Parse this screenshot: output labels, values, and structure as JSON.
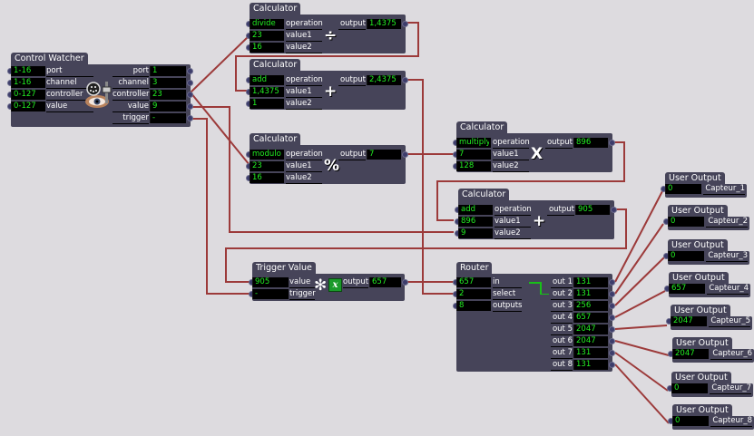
{
  "control_watcher": {
    "title": "Control Watcher",
    "inputs": [
      {
        "value": "1-16",
        "label": "port"
      },
      {
        "value": "1-16",
        "label": "channel"
      },
      {
        "value": "0-127",
        "label": "controller"
      },
      {
        "value": "0-127",
        "label": "value"
      }
    ],
    "outputs": [
      {
        "label": "port",
        "value": "1"
      },
      {
        "label": "channel",
        "value": "3"
      },
      {
        "label": "controller",
        "value": "23"
      },
      {
        "label": "value",
        "value": "9"
      },
      {
        "label": "trigger",
        "value": "-"
      }
    ],
    "icon": "midi-eye-icon"
  },
  "calculators": [
    {
      "title": "Calculator",
      "operation": "divide",
      "value1": "23",
      "value2": "16",
      "output": "1,4375",
      "symbol": "÷",
      "labels": {
        "operation": "operation",
        "value1": "value1",
        "value2": "value2",
        "output": "output"
      }
    },
    {
      "title": "Calculator",
      "operation": "add",
      "value1": "1,4375",
      "value2": "1",
      "output": "2,4375",
      "symbol": "+",
      "labels": {
        "operation": "operation",
        "value1": "value1",
        "value2": "value2",
        "output": "output"
      }
    },
    {
      "title": "Calculator",
      "operation": "modulo",
      "value1": "23",
      "value2": "16",
      "output": "7",
      "symbol": "%",
      "labels": {
        "operation": "operation",
        "value1": "value1",
        "value2": "value2",
        "output": "output"
      }
    },
    {
      "title": "Calculator",
      "operation": "multiply",
      "value1": "7",
      "value2": "128",
      "output": "896",
      "symbol": "X",
      "labels": {
        "operation": "operation",
        "value1": "value1",
        "value2": "value2",
        "output": "output"
      }
    },
    {
      "title": "Calculator",
      "operation": "add",
      "value1": "896",
      "value2": "9",
      "output": "905",
      "symbol": "+",
      "labels": {
        "operation": "operation",
        "value1": "value1",
        "value2": "value2",
        "output": "output"
      }
    }
  ],
  "trigger_value": {
    "title": "Trigger Value",
    "value": "905",
    "trigger": "-",
    "output": "657",
    "labels": {
      "value": "value",
      "trigger": "trigger",
      "output": "output"
    }
  },
  "router": {
    "title": "Router",
    "inputs": [
      {
        "label": "in",
        "value": "657"
      },
      {
        "label": "select",
        "value": "2"
      },
      {
        "label": "outputs",
        "value": "8"
      }
    ],
    "outputs": [
      {
        "label": "out 1",
        "value": "131"
      },
      {
        "label": "out 2",
        "value": "131"
      },
      {
        "label": "out 3",
        "value": "256"
      },
      {
        "label": "out 4",
        "value": "657"
      },
      {
        "label": "out 5",
        "value": "2047"
      },
      {
        "label": "out 6",
        "value": "2047"
      },
      {
        "label": "out 7",
        "value": "131"
      },
      {
        "label": "out 8",
        "value": "131"
      }
    ],
    "route_color": "#18c018"
  },
  "user_outputs": [
    {
      "title": "User Output",
      "value": "0",
      "name": "Capteur_1"
    },
    {
      "title": "User Output",
      "value": "0",
      "name": "Capteur_2"
    },
    {
      "title": "User Output",
      "value": "0",
      "name": "Capteur_3"
    },
    {
      "title": "User Output",
      "value": "657",
      "name": "Capteur_4"
    },
    {
      "title": "User Output",
      "value": "2047",
      "name": "Capteur_5"
    },
    {
      "title": "User Output",
      "value": "2047",
      "name": "Capteur_6"
    },
    {
      "title": "User Output",
      "value": "0",
      "name": "Capteur_7"
    },
    {
      "title": "User Output",
      "value": "0",
      "name": "Capteur_8"
    }
  ],
  "colors": {
    "background": "#dddbdf",
    "node_body": "#464459",
    "wire": "#9c3a3a",
    "value_text": "#22ee22"
  }
}
